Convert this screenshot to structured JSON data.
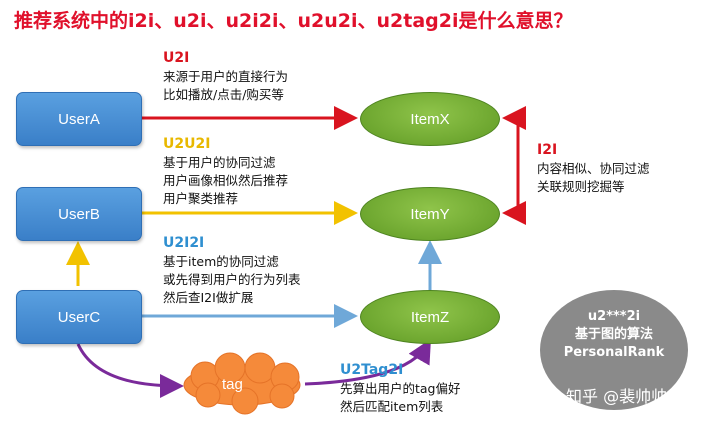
{
  "title": "推荐系统中的i2i、u2i、u2i2i、u2u2i、u2tag2i是什么意思？",
  "nodes": {
    "userA": "UserA",
    "userB": "UserB",
    "userC": "UserC",
    "itemX": "ItemX",
    "itemY": "ItemY",
    "itemZ": "ItemZ",
    "tag": "tag"
  },
  "labels": {
    "u2i": {
      "head": "U2I",
      "lines": [
        "来源于用户的直接行为",
        "比如播放/点击/购买等"
      ]
    },
    "u2u2i": {
      "head": "U2U2I",
      "lines": [
        "基于用户的协同过滤",
        "用户画像相似然后推荐",
        "用户聚类推荐"
      ]
    },
    "u2i2i": {
      "head": "U2I2I",
      "lines": [
        "基于item的协同过滤",
        "或先得到用户的行为列表",
        "然后查I2I做扩展"
      ]
    },
    "i2i": {
      "head": "I2I",
      "lines": [
        "内容相似、协同过滤",
        "关联规则挖掘等"
      ]
    },
    "u2tag2i": {
      "head": "U2Tag2I",
      "lines": [
        "先算出用户的tag偏好",
        "然后匹配item列表"
      ]
    }
  },
  "graph_badge": [
    "u2***2i",
    "基于图的算法",
    "PersonalRank"
  ],
  "watermark": "知乎 @裴帅帅",
  "colors": {
    "red": "#d9141f",
    "yellow": "#f2c200",
    "blue": "#6fa8d8",
    "purple": "#7a2a9a",
    "title": "#e0102b"
  }
}
